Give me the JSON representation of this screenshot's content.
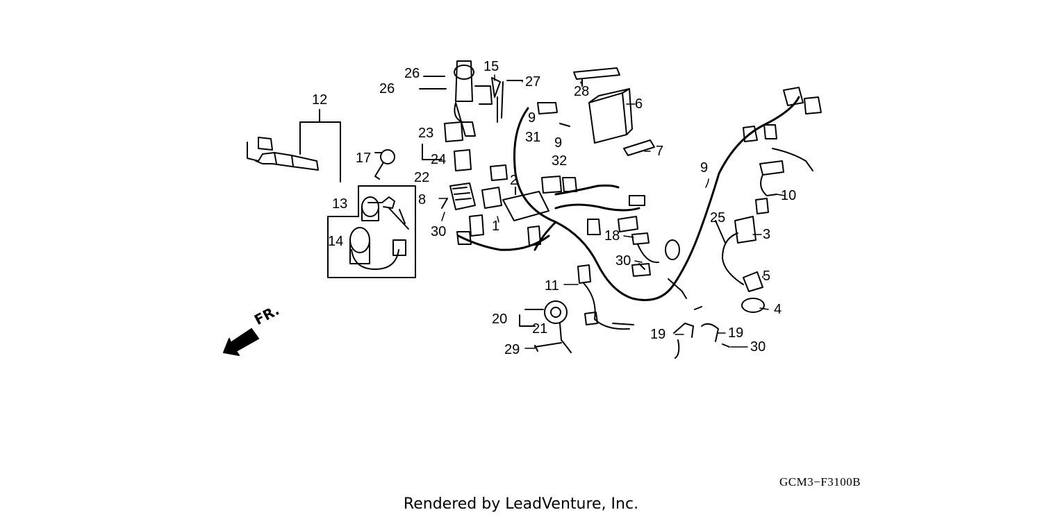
{
  "diagram": {
    "callouts": {
      "c12": "12",
      "c13": "13",
      "c14": "14",
      "c17": "17",
      "c26a": "26",
      "c26b": "26",
      "c15": "15",
      "c27": "27",
      "c28": "28",
      "c6": "6",
      "c7": "7",
      "c9a": "9",
      "c31": "31",
      "c9b": "9",
      "c32": "32",
      "c23": "23",
      "c24": "24",
      "c22": "22",
      "c2": "2",
      "c8": "8",
      "c1": "1",
      "c30a": "30",
      "c9c": "9",
      "c10": "10",
      "c25": "25",
      "c3": "3",
      "c18": "18",
      "c30b": "30",
      "c5": "5",
      "c11": "11",
      "c4": "4",
      "c20": "20",
      "c21": "21",
      "c19a": "19",
      "c19b": "19",
      "c29": "29",
      "c30c": "30"
    },
    "direction_label": "FR.",
    "diagram_code": "GCM3−F3100B"
  },
  "footer": {
    "text": "Rendered by LeadVenture, Inc."
  }
}
